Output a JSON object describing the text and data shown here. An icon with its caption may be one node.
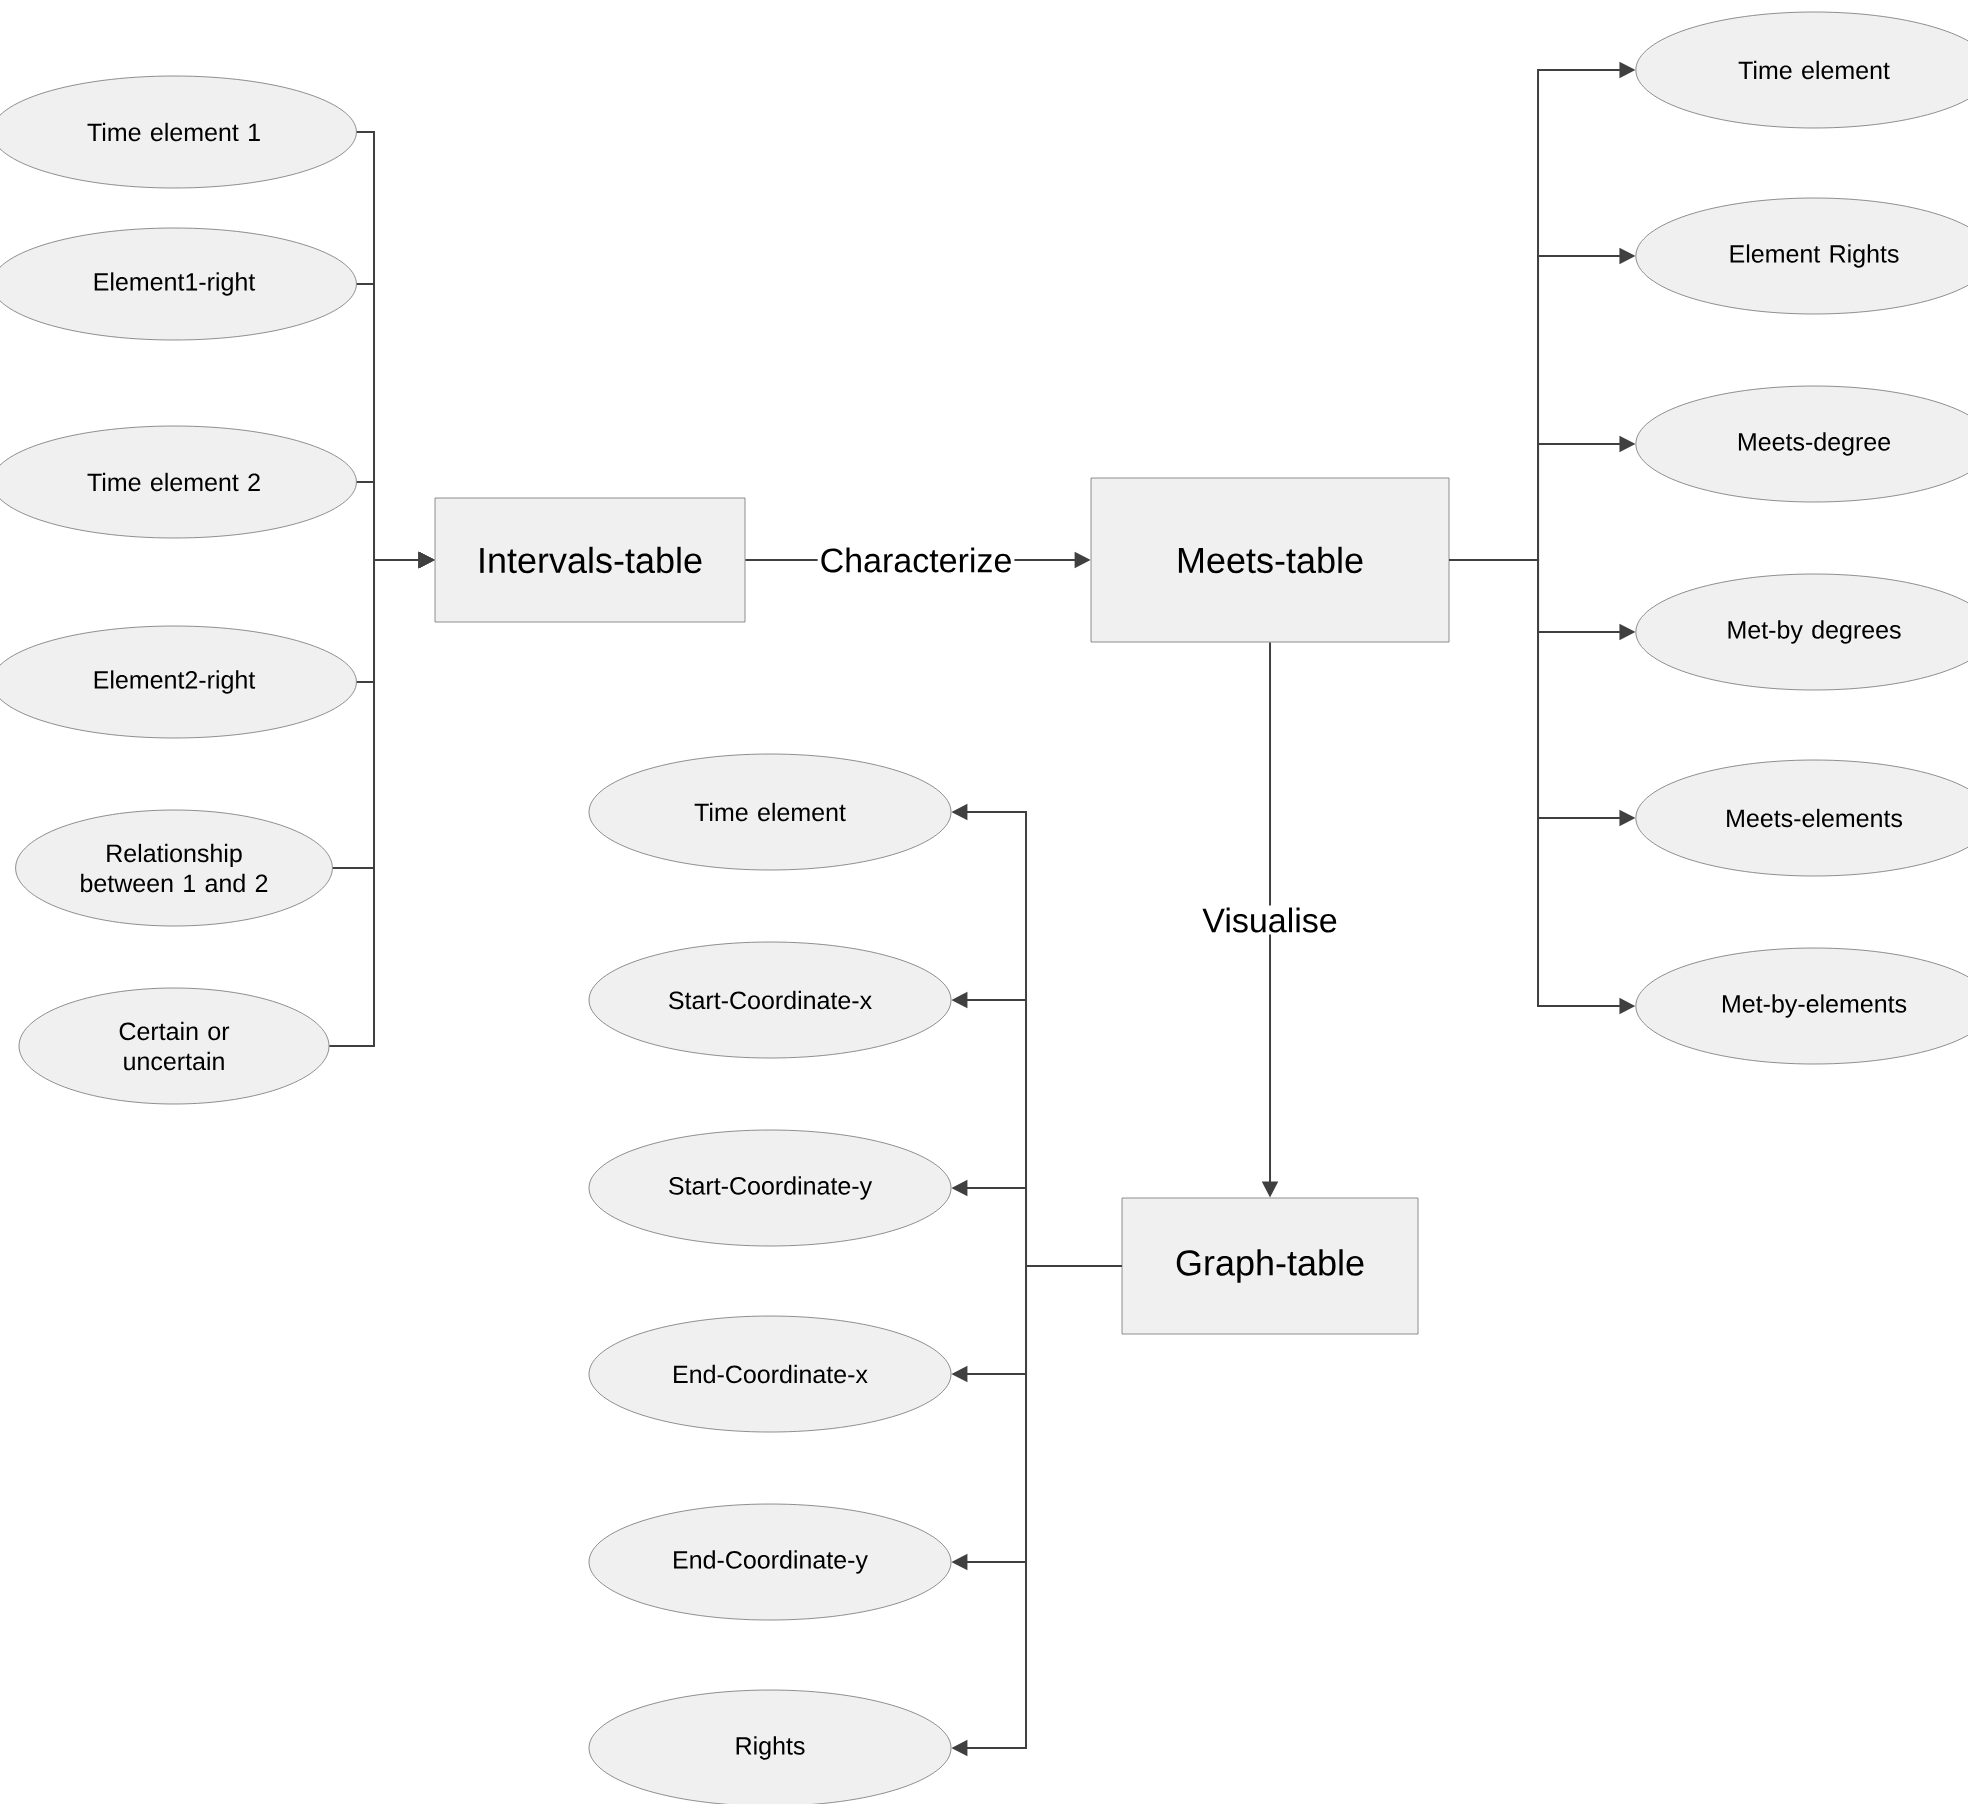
{
  "diagram": {
    "nodes": [
      {
        "text": [
          "Time element 1"
        ]
      },
      {
        "text": [
          "Element1-right"
        ]
      },
      {
        "text": [
          "Time element 2"
        ]
      },
      {
        "text": [
          "Element2-right"
        ]
      },
      {
        "text": [
          "Relationship between 1 and 2"
        ]
      },
      {
        "text": [
          "Certain or uncertain"
        ]
      },
      {
        "text": [
          "Intervals-table"
        ]
      },
      {
        "text": [
          "Meets-table"
        ]
      },
      {
        "text": [
          "Time element"
        ]
      },
      {
        "text": [
          "Element Rights"
        ]
      },
      {
        "text": [
          "Meets-degree"
        ]
      },
      {
        "text": [
          "Met-by degrees"
        ]
      },
      {
        "text": [
          "Meets-elements"
        ]
      },
      {
        "text": [
          "Met-by-elements"
        ]
      },
      {
        "text": [
          "Graph-table"
        ]
      },
      {
        "text": [
          "Time element"
        ]
      },
      {
        "text": [
          "Start-Coordinate-x"
        ]
      },
      {
        "text": [
          "Start-Coordinate-y"
        ]
      },
      {
        "text": [
          "End-Coordinate-x"
        ]
      },
      {
        "text": [
          "End-Coordinate-y"
        ]
      },
      {
        "text": [
          "Rights"
        ]
      }
    ],
    "edges": [
      {
        "from": 0,
        "to": 6,
        "arrow": "to"
      },
      {
        "from": 1,
        "to": 6,
        "arrow": "to"
      },
      {
        "from": 2,
        "to": 6,
        "arrow": "to"
      },
      {
        "from": 3,
        "to": 6,
        "arrow": "to"
      },
      {
        "from": 4,
        "to": 6,
        "arrow": "to"
      },
      {
        "from": 5,
        "to": 6,
        "arrow": "to"
      },
      {
        "from": 6,
        "to": 7,
        "arrow": "to",
        "label": "Characterize"
      },
      {
        "from": 7,
        "to": 8,
        "arrow": "to"
      },
      {
        "from": 7,
        "to": 9,
        "arrow": "to"
      },
      {
        "from": 7,
        "to": 10,
        "arrow": "to"
      },
      {
        "from": 7,
        "to": 11,
        "arrow": "to"
      },
      {
        "from": 7,
        "to": 12,
        "arrow": "to"
      },
      {
        "from": 7,
        "to": 13,
        "arrow": "to"
      },
      {
        "from": 7,
        "to": 14,
        "arrow": "to",
        "label": "Visualise"
      },
      {
        "from": 14,
        "to": 15,
        "arrow": "to"
      },
      {
        "from": 14,
        "to": 16,
        "arrow": "to"
      },
      {
        "from": 14,
        "to": 17,
        "arrow": "to"
      },
      {
        "from": 14,
        "to": 18,
        "arrow": "to"
      },
      {
        "from": 14,
        "to": 19,
        "arrow": "to"
      },
      {
        "from": 14,
        "to": 20,
        "arrow": "to"
      }
    ]
  }
}
